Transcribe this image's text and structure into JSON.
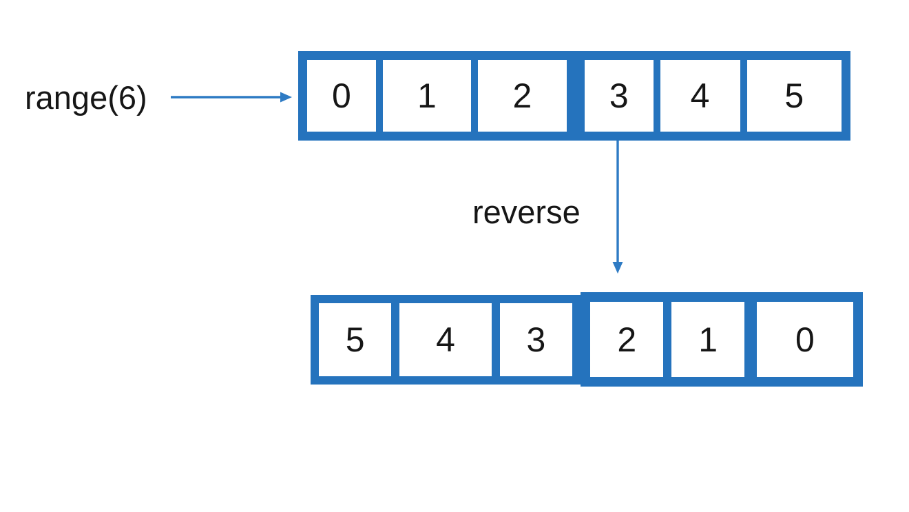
{
  "colors": {
    "box_blue": "#2573bd",
    "arrow_blue": "#2e7bc4",
    "text_color": "#161616",
    "cell_bg": "#ffffff",
    "canvas_bg": "#ffffff"
  },
  "diagram": {
    "source_label": "range(6)",
    "operation_label": "reverse",
    "top_array": {
      "cells": [
        "0",
        "1",
        "2",
        "3",
        "4",
        "5"
      ]
    },
    "bottom_array": {
      "left_group_cells": [
        "5",
        "4",
        "3"
      ],
      "right_group_cells": [
        "2",
        "1",
        "0"
      ]
    }
  }
}
